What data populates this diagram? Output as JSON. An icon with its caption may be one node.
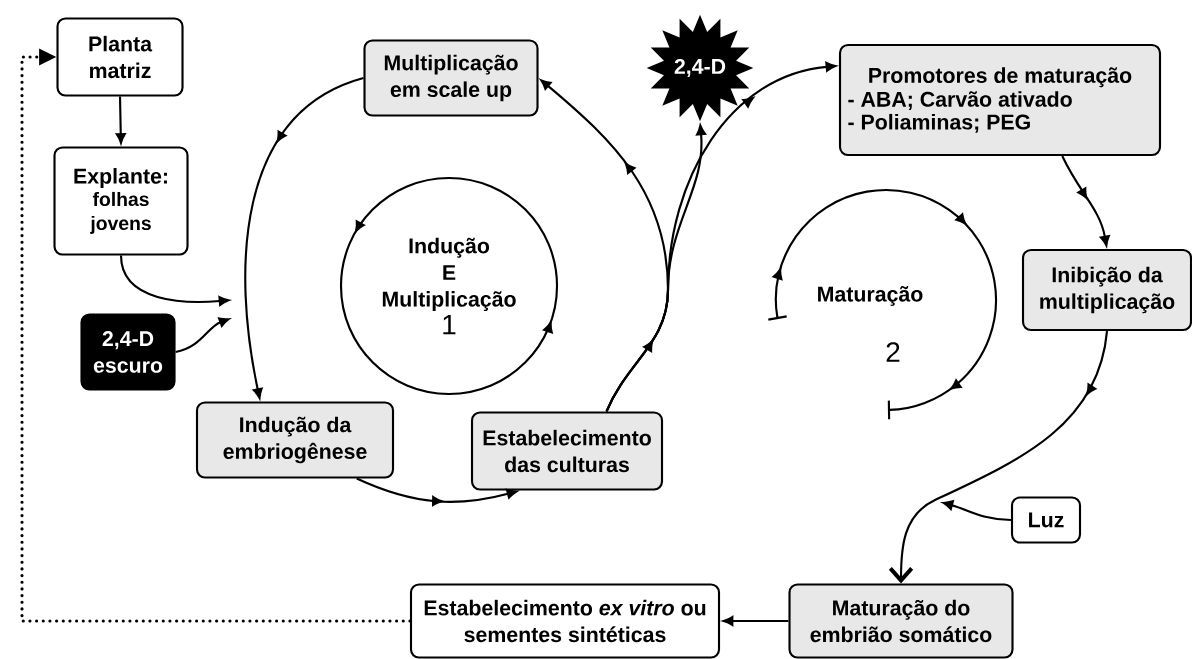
{
  "diagram": {
    "nodes": [
      {
        "text": [
          "Planta matriz"
        ]
      },
      {
        "text": [
          "Explante:",
          "folhas jovens"
        ]
      },
      {
        "text": [
          "2,4-D escuro"
        ]
      },
      {
        "text": [
          "Multiplicação em scale up"
        ]
      },
      {
        "text": [
          "Indução E Multiplicação",
          "1"
        ]
      },
      {
        "text": [
          "2,4-D"
        ]
      },
      {
        "text": [
          "Promotores de maturação",
          "- ABA; Carvão ativado",
          "- Poliaminas; PEG"
        ]
      },
      {
        "text": [
          "Indução da embriogênese"
        ]
      },
      {
        "text": [
          "Estabelecimento das culturas"
        ]
      },
      {
        "text": [
          "Inibição da multiplicação"
        ]
      },
      {
        "text": [
          "Luz"
        ]
      },
      {
        "text": [
          "Maturação do embrião somático"
        ]
      },
      {
        "text": [
          "Estabelecimento *ex vitro* ou sementes sintéticas"
        ]
      }
    ],
    "edges": [
      {
        "from": 0,
        "to": 1,
        "arrow": "to"
      },
      {
        "from": 1,
        "to": null,
        "arrow": "to"
      },
      {
        "from": 2,
        "to": null,
        "arrow": "to"
      },
      {
        "from": 3,
        "to": 7,
        "arrow": "to"
      },
      {
        "from": 7,
        "to": 8,
        "arrow": "to"
      },
      {
        "from": 8,
        "to": 3,
        "arrow": "to"
      },
      {
        "from": 8,
        "to": 5,
        "arrow": "to"
      },
      {
        "from": 8,
        "to": 6,
        "arrow": "to"
      },
      {
        "from": 6,
        "to": 9,
        "arrow": "to"
      },
      {
        "from": 9,
        "to": 11,
        "arrow": "to"
      },
      {
        "from": 10,
        "to": null,
        "arrow": "to"
      },
      {
        "from": 11,
        "to": 12,
        "arrow": "to"
      },
      {
        "from": 12,
        "to": 0,
        "arrow": "to",
        "style": "dashed"
      }
    ],
    "labels": [
      "Maturação",
      "2"
    ]
  }
}
